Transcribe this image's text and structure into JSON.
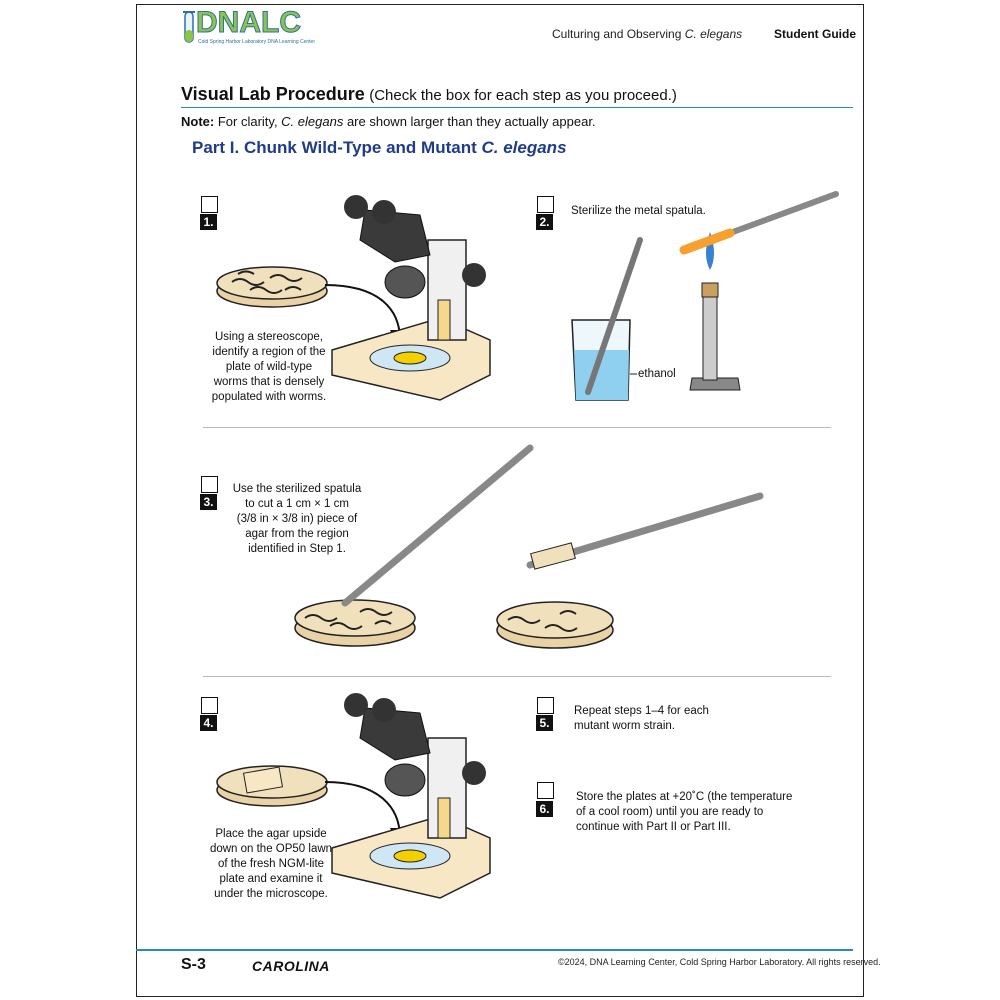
{
  "header": {
    "logo": "DNALC",
    "logo_sub": "Cold Spring Harbor Laboratory DNA Learning Center",
    "center_prefix": "Culturing and Observing ",
    "center_italic": "C. elegans",
    "right": "Student Guide"
  },
  "title": {
    "main": "Visual Lab Procedure",
    "sub": "(Check the box for each step as you proceed.)"
  },
  "note": {
    "label": "Note:",
    "pre": "For clarity, ",
    "italic": "C. elegans",
    "post": " are shown larger than they actually appear."
  },
  "part": {
    "pre": "Part I. Chunk Wild-Type and Mutant ",
    "italic": "C. elegans"
  },
  "steps": [
    {
      "num": "1.",
      "lines": [
        "Using a stereoscope,",
        "identify a region of the",
        "plate of wild-type",
        "worms that is densely",
        "populated with worms."
      ]
    },
    {
      "num": "2.",
      "lines": [
        "Sterilize the metal spatula."
      ],
      "label": "ethanol"
    },
    {
      "num": "3.",
      "lines": [
        "Use the sterilized spatula",
        "to cut a 1 cm × 1 cm",
        "(3/8 in × 3/8 in) piece of",
        "agar from the region",
        "identified in Step 1."
      ]
    },
    {
      "num": "4.",
      "lines": [
        "Place the agar upside",
        "down on the OP50 lawn",
        "of the fresh NGM-lite",
        "plate and examine it",
        "under the microscope."
      ]
    },
    {
      "num": "5.",
      "lines": [
        "Repeat steps 1–4 for each",
        "mutant worm strain."
      ]
    },
    {
      "num": "6.",
      "lines": [
        "Store the plates at +20˚C (the temperature",
        "of a cool room) until you are ready to",
        "continue with Part II or Part III."
      ]
    }
  ],
  "footer": {
    "page": "S-3",
    "brand": "CAROLINA",
    "copyright": "©2024, DNA Learning Center, Cold Spring Harbor Laboratory. All rights reserved."
  }
}
